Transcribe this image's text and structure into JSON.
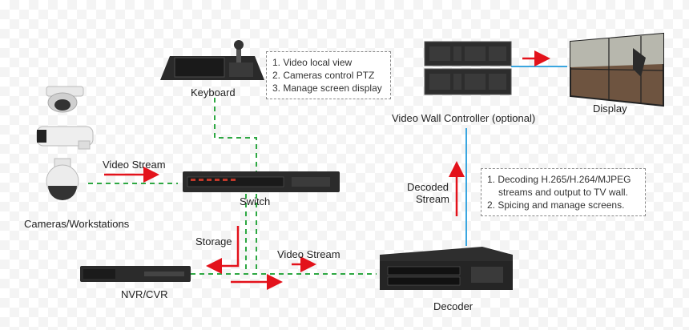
{
  "labels": {
    "keyboard": "Keyboard",
    "switch": "Switch",
    "cameras": "Cameras/Workstations",
    "nvr": "NVR/CVR",
    "decoder": "Decoder",
    "video_wall_controller": "Video Wall Controller (optional)",
    "display": "Display",
    "video_stream_top": "Video Stream",
    "video_stream_bottom": "Video Stream",
    "storage": "Storage",
    "decoded_line1": "Decoded",
    "decoded_line2": "Stream"
  },
  "notes": {
    "keyboard_note": [
      "1. Video local view",
      "2. Cameras control PTZ",
      "3. Manage screen display"
    ],
    "decoder_note": [
      "1. Decoding H.265/H.264/MJPEG",
      "streams and output to TV wall.",
      "2. Spicing and manage screens."
    ]
  },
  "colors": {
    "arrow_red": "#e3121b",
    "dashed_green": "#2ea843",
    "line_blue": "#3aa6e0",
    "device_dark": "#2b2b2b"
  }
}
